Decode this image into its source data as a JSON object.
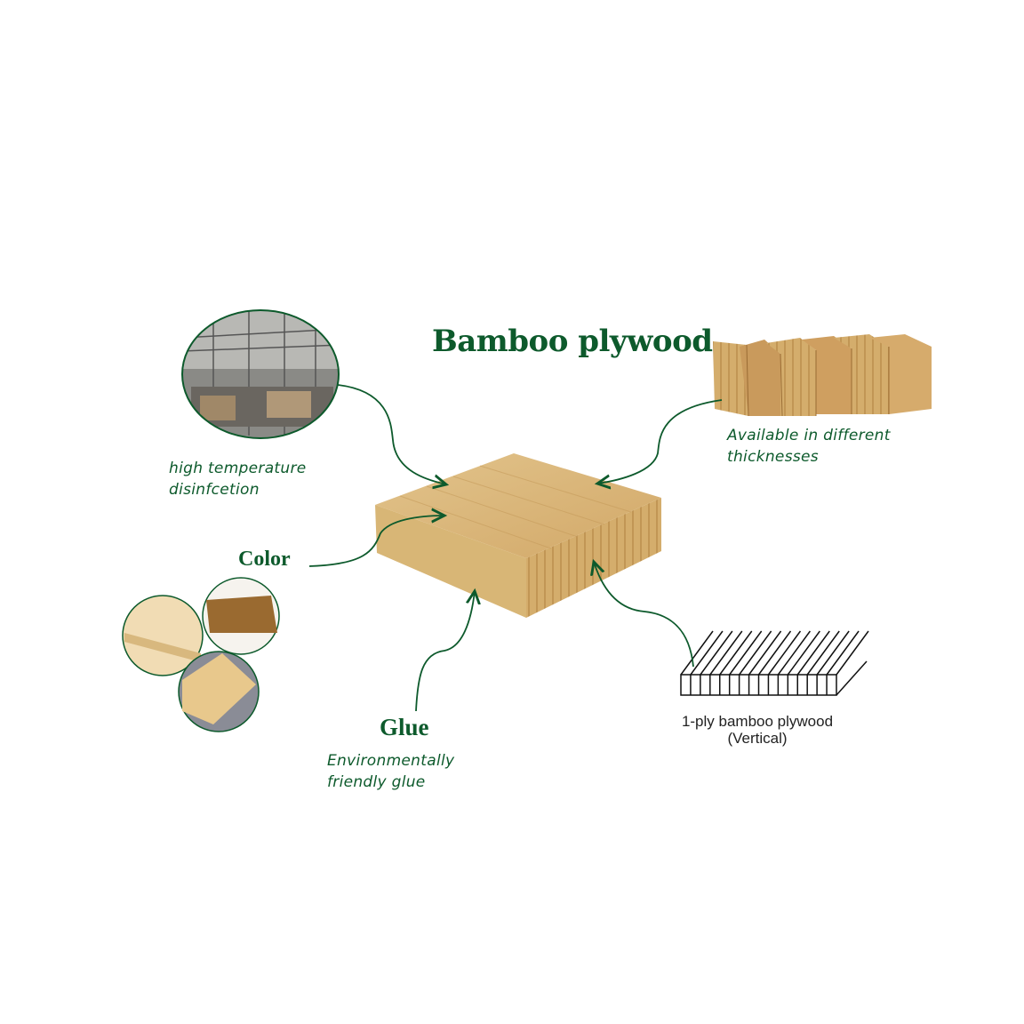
{
  "title": "Bamboo plywood",
  "labels": {
    "disinfection": [
      "high temperature",
      "disinfcetion"
    ],
    "color": "Color",
    "glue": "Glue",
    "glue_desc": [
      "Environmentally",
      "friendly glue"
    ],
    "thickness": [
      "Available in different",
      "thicknesses"
    ],
    "diagram_caption": [
      "1-ply bamboo plywood",
      "(Vertical)"
    ]
  },
  "colors": {
    "accent": "#0d5a2c",
    "wood": "#d9b47a"
  }
}
